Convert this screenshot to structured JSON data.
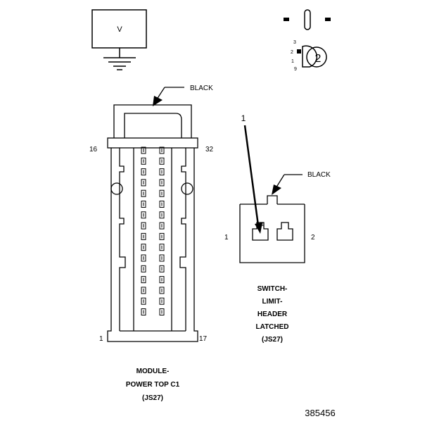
{
  "meter": {
    "label": "V"
  },
  "switch_selector": {
    "positions": [
      "3",
      "2",
      "1",
      "9"
    ],
    "selected": "2"
  },
  "module_connector": {
    "color_label": "BLACK",
    "pin_top_left": "16",
    "pin_top_right": "32",
    "pin_bottom_left": "1",
    "pin_bottom_right": "17",
    "caption_line1": "MODULE-",
    "caption_line2": "POWER TOP C1",
    "caption_line3": "(JS27)"
  },
  "switch_connector": {
    "callout": "1",
    "color_label": "BLACK",
    "cavity_label": "1",
    "pin_left": "1",
    "pin_right": "2",
    "caption_line1": "SWITCH-",
    "caption_line2": "LIMIT-",
    "caption_line3": "HEADER",
    "caption_line4": "LATCHED",
    "caption_line5": "(JS27)"
  },
  "figure_number": "385456"
}
